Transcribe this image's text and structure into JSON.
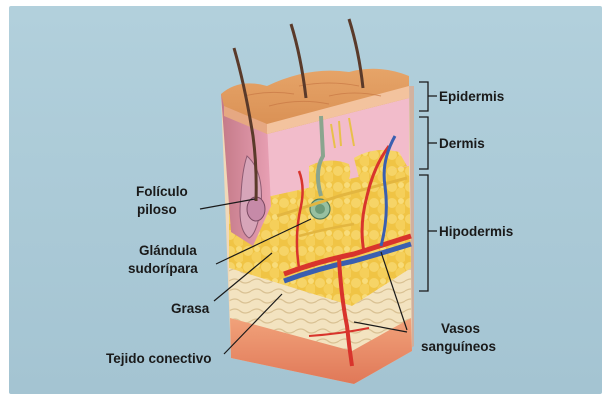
{
  "colors": {
    "background": "#a9c9d7",
    "epidermis": "#e8a86a",
    "dermis": "#f0b9c8",
    "fat": "#f2c84a",
    "connective": "#f3e6c8",
    "vessel_red": "#d8342c",
    "vessel_blue": "#3a5fb0",
    "leader": "#1a1a1a"
  },
  "labels": {
    "epidermis": "Epidermis",
    "dermis": "Dermis",
    "hipodermis": "Hipodermis",
    "foliculo_line1": "Folículo",
    "foliculo_line2": "piloso",
    "glandula_line1": "Glándula",
    "glandula_line2": "sudorípara",
    "grasa": "Grasa",
    "tejido": "Tejido conectivo",
    "vasos_line1": "Vasos",
    "vasos_line2": "sanguíneos"
  }
}
